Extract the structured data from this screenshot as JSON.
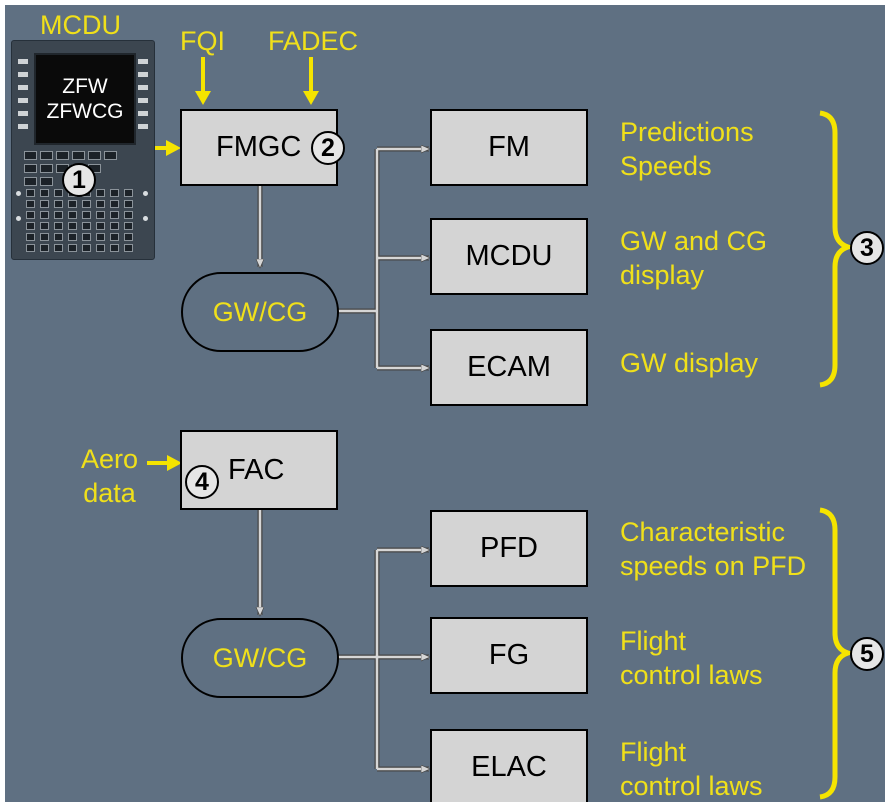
{
  "mcdu": {
    "label": "MCDU",
    "screen_line1": "ZFW",
    "screen_line2": "ZFWCG"
  },
  "inputs": {
    "fqi": "FQI",
    "fadec": "FADEC",
    "aero_line1": "Aero",
    "aero_line2": "data"
  },
  "boxes": {
    "fmgc": "FMGC",
    "fac": "FAC",
    "fm": "FM",
    "mcdu": "MCDU",
    "ecam": "ECAM",
    "pfd": "PFD",
    "fg": "FG",
    "elac": "ELAC"
  },
  "pills": {
    "upper": "GW/CG",
    "lower": "GW/CG"
  },
  "outputs": {
    "fm_line1": "Predictions",
    "fm_line2": "Speeds",
    "mcdu_line1": "GW and CG",
    "mcdu_line2": "display",
    "ecam_line1": "GW display",
    "pfd_line1": "Characteristic",
    "pfd_line2": "speeds on PFD",
    "fg_line1": "Flight",
    "fg_line2": "control laws",
    "elac_line1": "Flight",
    "elac_line2": "control laws"
  },
  "markers": {
    "m1": "1",
    "m2": "2",
    "m3": "3",
    "m4": "4",
    "m5": "5"
  },
  "colors": {
    "background": "#5f7082",
    "text_yellow": "#f0e01a",
    "box_fill": "#d4d4d4",
    "connector": "#d0d0d0"
  }
}
